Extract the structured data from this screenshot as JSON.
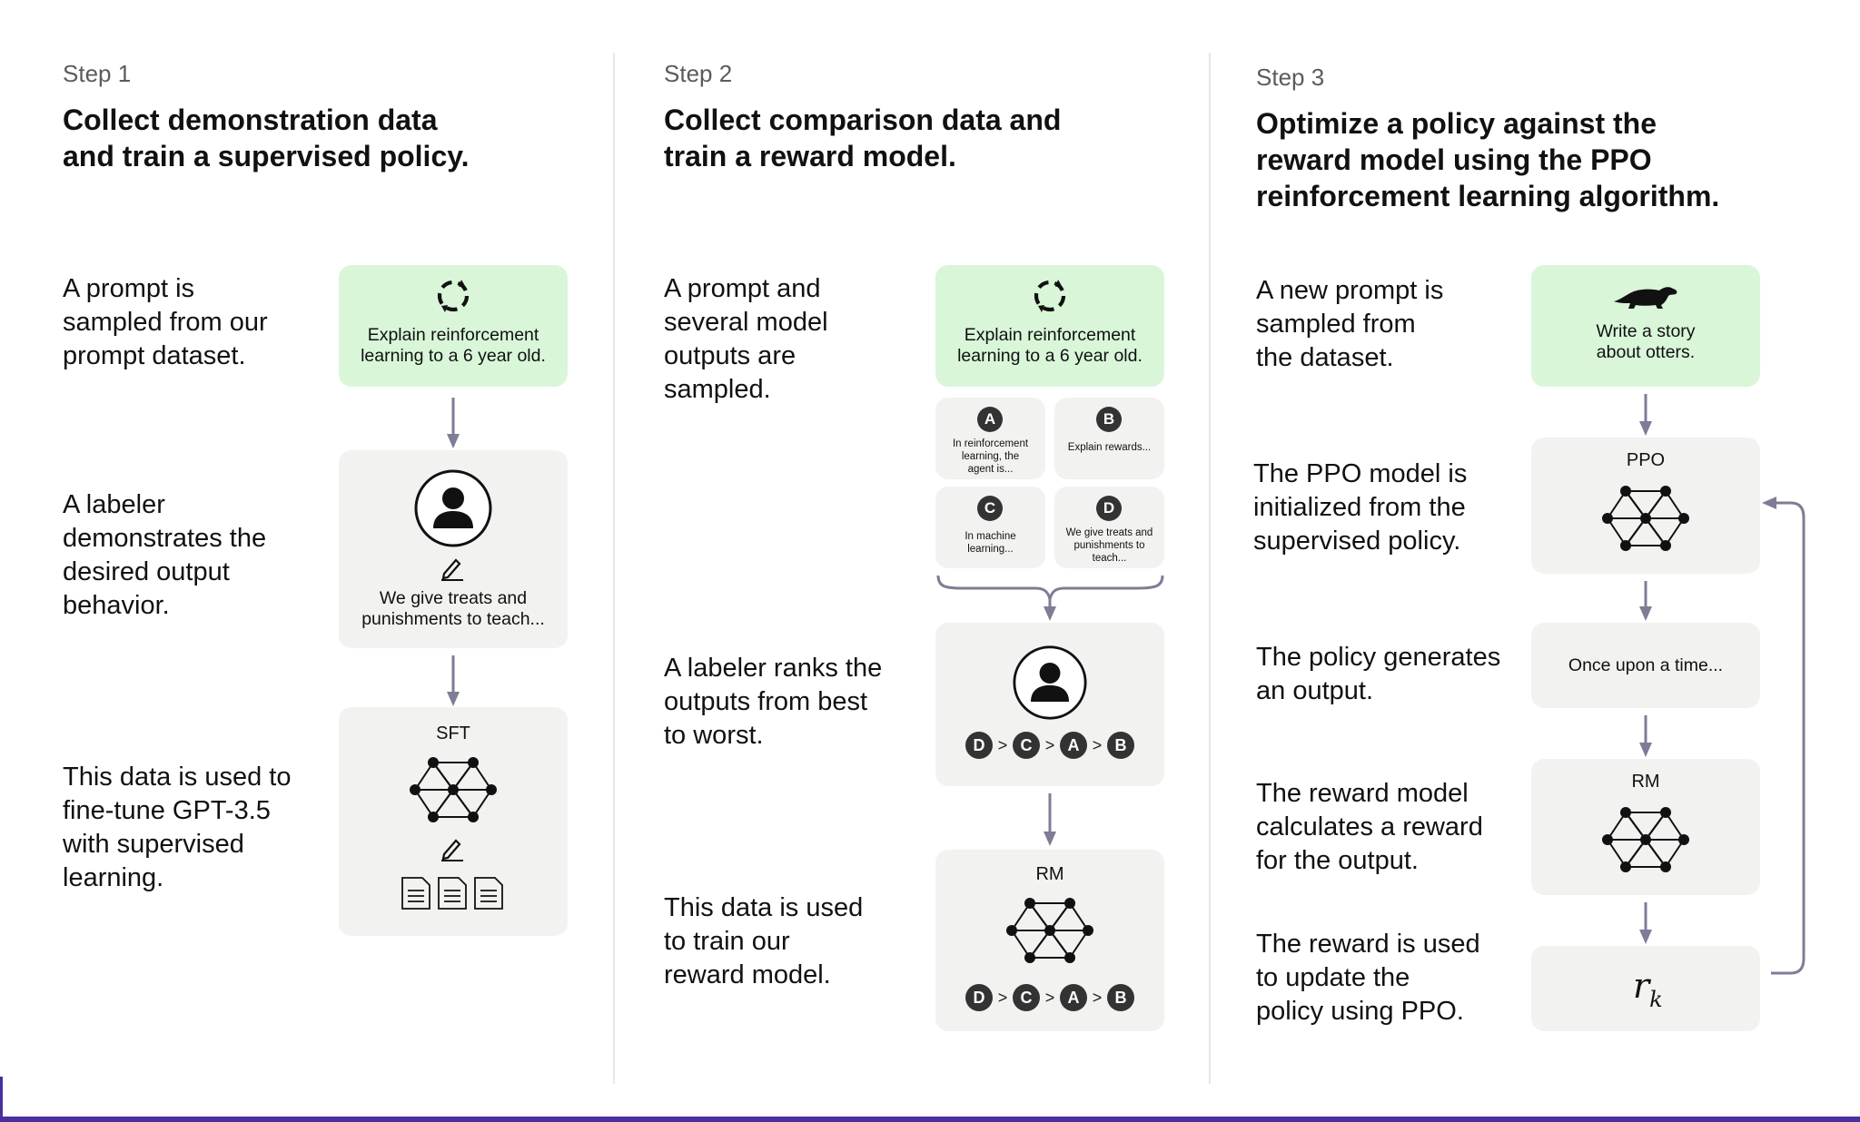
{
  "steps": [
    {
      "label": "Step 1",
      "title_lines": [
        "Collect demonstration data",
        "and train a supervised policy."
      ],
      "descriptions": [
        [
          "A prompt is",
          "sampled from our",
          "prompt dataset."
        ],
        [
          "A labeler",
          "demonstrates the",
          "desired output",
          "behavior."
        ],
        [
          "This data is used to",
          "fine-tune GPT-3.5",
          "with supervised",
          "learning."
        ]
      ],
      "prompt_lines": [
        "Explain reinforcement",
        "learning to a 6 year old."
      ],
      "demo_lines": [
        "We give treats and",
        "punishments to teach..."
      ],
      "model_label": "SFT"
    },
    {
      "label": "Step 2",
      "title_lines": [
        "Collect comparison data and",
        "train a reward model."
      ],
      "descriptions": [
        [
          "A prompt and",
          "several model",
          "outputs are",
          "sampled."
        ],
        [
          "A labeler ranks the",
          "outputs from best",
          "to worst."
        ],
        [
          "This data is used",
          "to train our",
          "reward model."
        ]
      ],
      "prompt_lines": [
        "Explain reinforcement",
        "learning to a 6 year old."
      ],
      "options": [
        {
          "letter": "A",
          "lines": [
            "In reinforcement",
            "learning, the",
            "agent is..."
          ]
        },
        {
          "letter": "B",
          "lines": [
            "Explain rewards..."
          ]
        },
        {
          "letter": "C",
          "lines": [
            "In machine",
            "learning..."
          ]
        },
        {
          "letter": "D",
          "lines": [
            "We give treats and",
            "punishments to",
            "teach..."
          ]
        }
      ],
      "ranking": [
        "D",
        "C",
        "A",
        "B"
      ],
      "ranking_separator": ">",
      "model_label": "RM"
    },
    {
      "label": "Step 3",
      "title_lines": [
        "Optimize a policy against the",
        "reward model using the PPO",
        "reinforcement learning algorithm."
      ],
      "descriptions": [
        [
          "A new prompt is",
          "sampled from",
          "the dataset."
        ],
        [
          "The PPO model is",
          "initialized from the",
          "supervised policy."
        ],
        [
          "The policy generates",
          "an output."
        ],
        [
          "The reward model",
          "calculates a reward",
          "for the output."
        ],
        [
          "The reward is used",
          "to update the",
          "policy using PPO."
        ]
      ],
      "prompt_lines": [
        "Write a story",
        "about otters."
      ],
      "policy_label": "PPO",
      "output_text": "Once upon a time...",
      "reward_model_label": "RM",
      "reward_symbol": "r",
      "reward_subscript": "k"
    }
  ],
  "icons": {
    "cycle": "cycle-arrows-icon",
    "labeler": "person-icon",
    "pencil": "pencil-icon",
    "documents": "document-icon",
    "network": "neural-network-icon",
    "otter": "otter-icon"
  },
  "colors": {
    "prompt_card": "#d9f6d9",
    "neutral_card": "#f2f2f1",
    "arrow": "#7d7d95",
    "accent_bar": "#4a2f9e"
  }
}
